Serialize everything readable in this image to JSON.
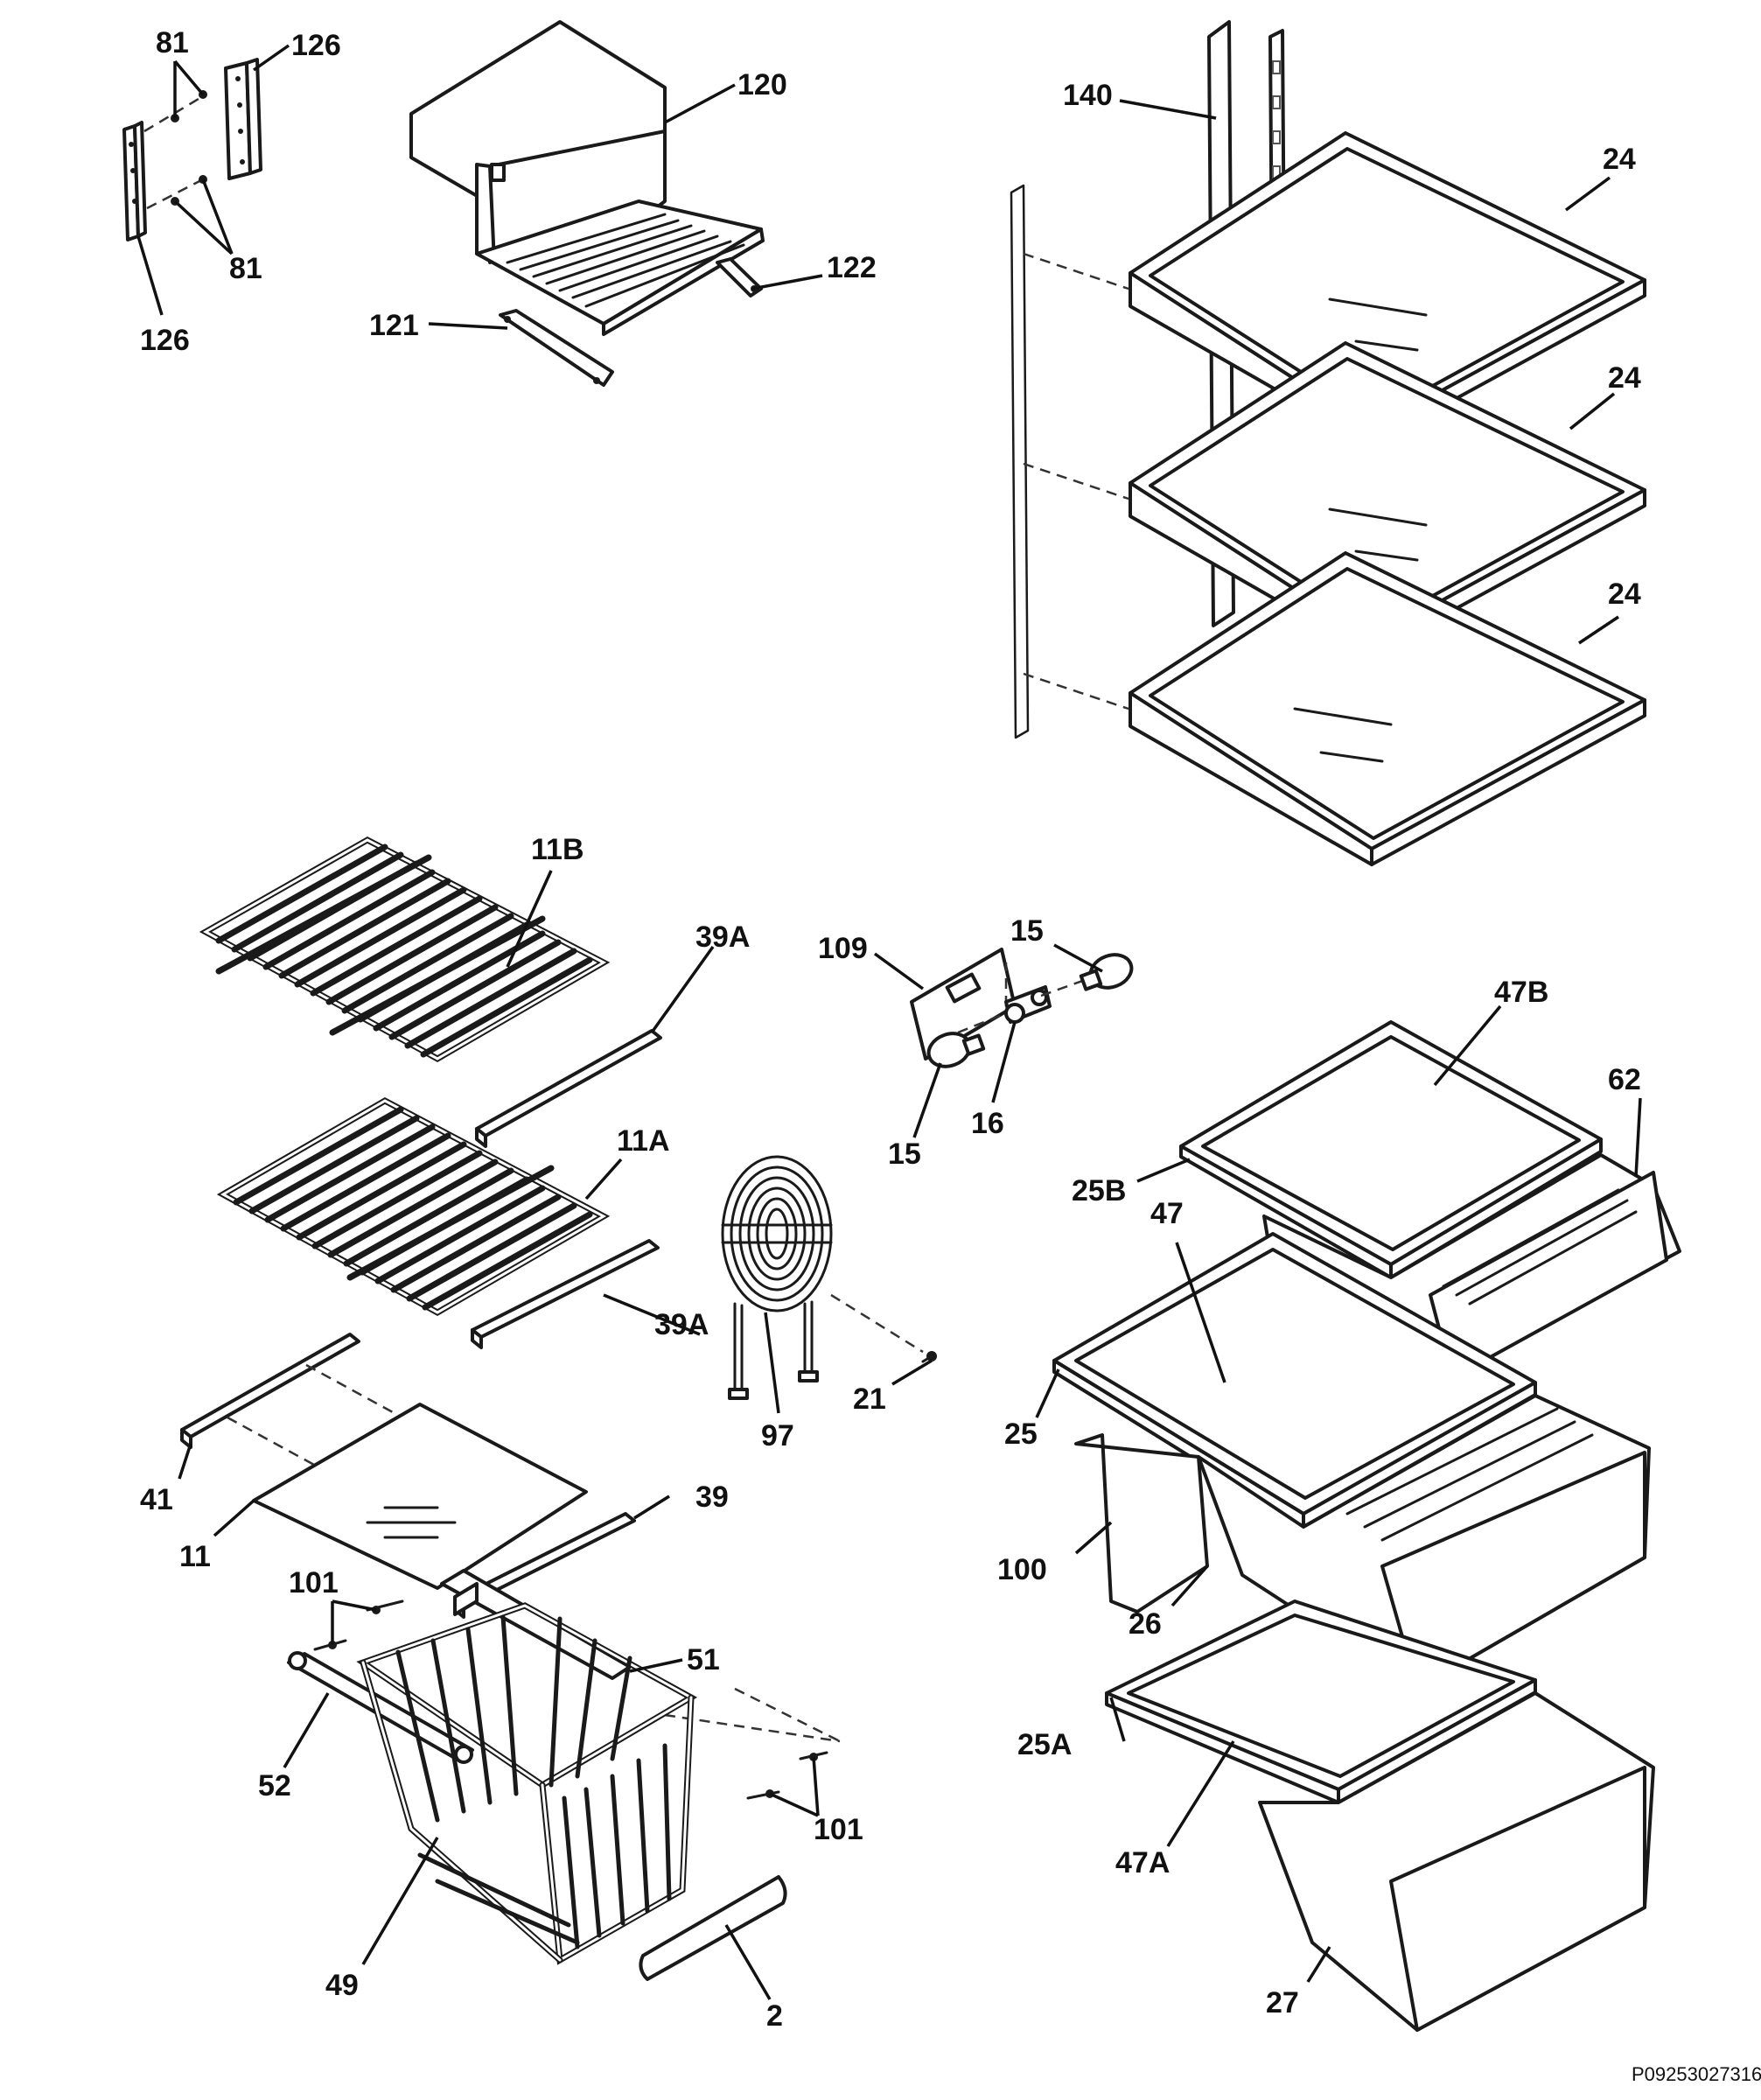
{
  "callouts": {
    "c81a": "81",
    "c126a": "126",
    "c81b": "81",
    "c126b": "126",
    "c120": "120",
    "c122": "122",
    "c121": "121",
    "c140": "140",
    "c24a": "24",
    "c24b": "24",
    "c24c": "24",
    "c11B": "11B",
    "c39Aa": "39A",
    "c109": "109",
    "c15a": "15",
    "c15b": "15",
    "c16": "16",
    "c47B": "47B",
    "c62": "62",
    "c11A": "11A",
    "c39Ab": "39A",
    "c25B": "25B",
    "c47": "47",
    "c21": "21",
    "c97": "97",
    "c25": "25",
    "c41": "41",
    "c39": "39",
    "c11": "11",
    "c100": "100",
    "c101a": "101",
    "c26": "26",
    "c51": "51",
    "c25A": "25A",
    "c52": "52",
    "c101b": "101",
    "c47A": "47A",
    "c49": "49",
    "c2": "2",
    "c27": "27"
  },
  "reference_code": "P09253027316",
  "colors": {
    "line": "#1a1a1a",
    "background": "#ffffff"
  }
}
